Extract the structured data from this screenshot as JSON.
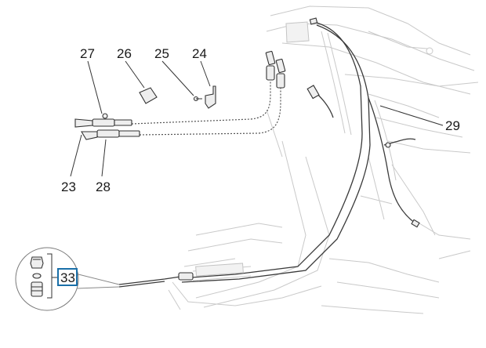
{
  "callouts": {
    "c27": "27",
    "c26": "26",
    "c25": "25",
    "c24": "24",
    "c23": "23",
    "c28": "28",
    "c29": "29",
    "c33": "33"
  },
  "colors": {
    "highlight": "#1a6fa8",
    "line": "#333333",
    "ghost": "#c9c9c9"
  }
}
